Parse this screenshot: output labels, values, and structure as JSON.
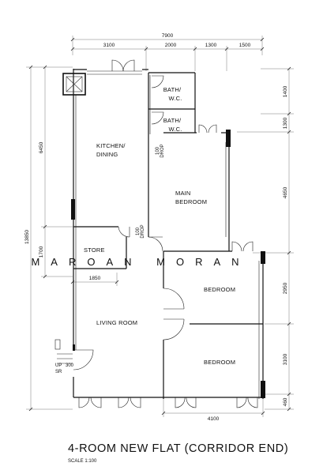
{
  "dimensions": {
    "top_total": "7900",
    "top_segments": [
      "3100",
      "2000",
      "1300",
      "1500"
    ],
    "left_total": "13850",
    "left_segments": [
      "6450",
      "1700",
      "1850"
    ],
    "right_segments": [
      "1400",
      "1300",
      "4650",
      "2950",
      "3100",
      "460"
    ],
    "bottom": "4100"
  },
  "rooms": {
    "bath_1": [
      "BATH/",
      "W.C."
    ],
    "bath_2": [
      "BATH/",
      "W.C."
    ],
    "kitchen": [
      "KITCHEN/",
      "DINING"
    ],
    "main_bedroom": [
      "MAIN",
      "BEDROOM"
    ],
    "store": "STORE",
    "living": "LIVING ROOM",
    "bedroom_1": "BEDROOM",
    "bedroom_2": "BEDROOM"
  },
  "notes": {
    "drop_1": [
      "100",
      "DROP"
    ],
    "drop_2": [
      "100",
      "DROP"
    ],
    "up_label": "UP",
    "up_value": "300",
    "sr_label": "SR"
  },
  "watermark": "MAROAN MORAN",
  "title": "4-ROOM NEW FLAT (CORRIDOR END)",
  "scale": "SCALE   1:100"
}
